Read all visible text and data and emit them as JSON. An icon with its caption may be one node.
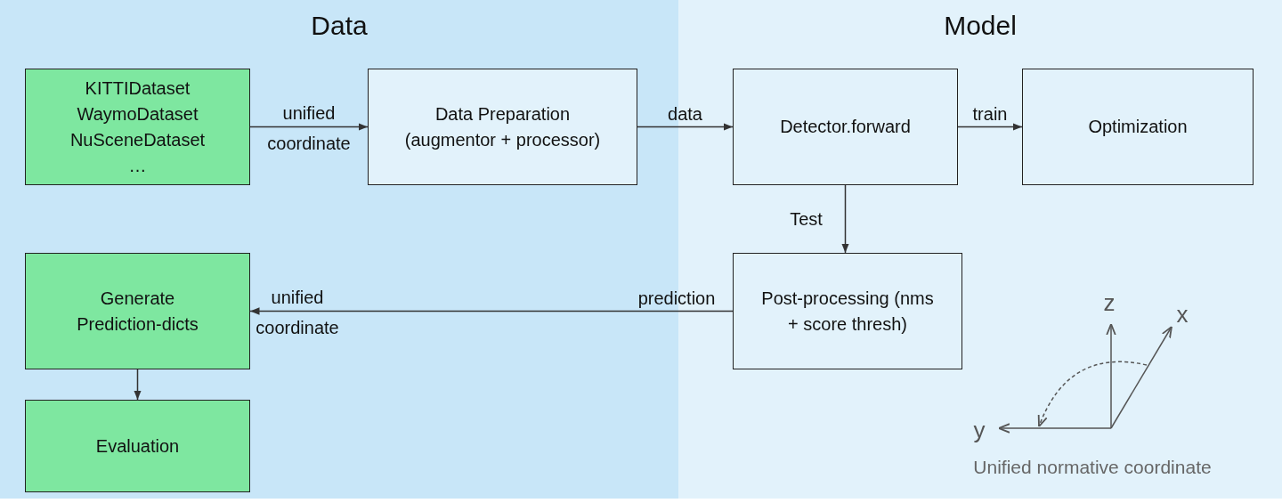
{
  "diagram": {
    "nodes": [
      {
        "text": [
          "Data"
        ]
      },
      {
        "text": [
          "KITTIDataset WaymoDataset NuSceneDataset …"
        ],
        "in": 0
      },
      {
        "text": [
          "Data Preparation (augmentor + processor)"
        ],
        "in": 0
      },
      {
        "text": [
          "Generate Prediction-dicts"
        ],
        "in": 0
      },
      {
        "text": [
          "Evaluation"
        ],
        "in": 0
      },
      {
        "text": [
          "Model"
        ]
      },
      {
        "text": [
          "Detector.forward"
        ],
        "in": 5
      },
      {
        "text": [
          "Optimization"
        ],
        "in": 5
      },
      {
        "text": [
          "Post-processing (nms + score thresh)"
        ],
        "in": 5
      }
    ],
    "edges": [
      {
        "from": 1,
        "to": 2,
        "arrow": "to",
        "label": "unified coordinate"
      },
      {
        "from": 2,
        "to": 6,
        "arrow": "to",
        "label": "data"
      },
      {
        "from": 6,
        "to": 7,
        "arrow": "to",
        "label": "train"
      },
      {
        "from": 6,
        "to": 8,
        "arrow": "to",
        "label": "Test"
      },
      {
        "from": 8,
        "to": 3,
        "arrow": "to",
        "label": "unified coordinate"
      },
      {
        "from": 3,
        "to": 4,
        "arrow": "to"
      }
    ],
    "labels": [
      "prediction",
      "z",
      "x",
      "y",
      "Unified normative coordinate"
    ]
  }
}
